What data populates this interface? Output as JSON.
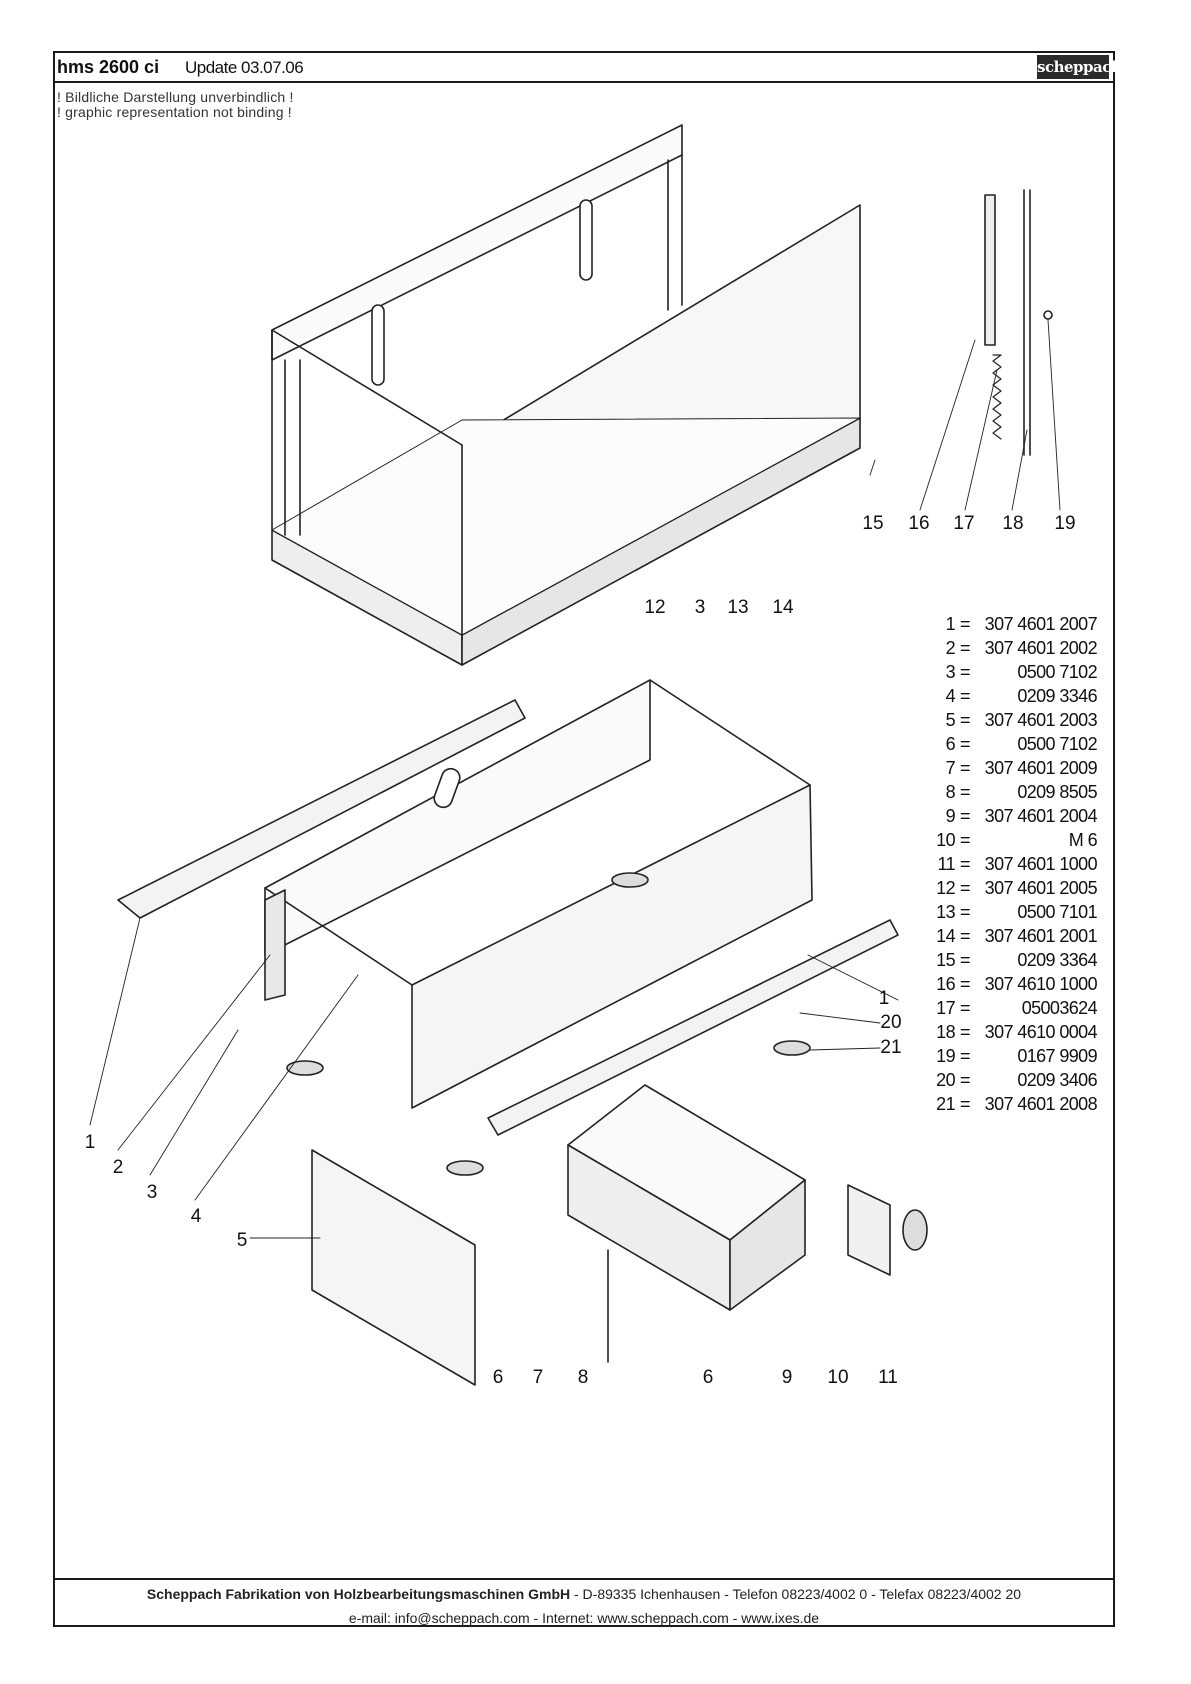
{
  "header": {
    "model": "hms 2600 ci",
    "update": "Update 03.07.06",
    "brand_logo": "scheppach"
  },
  "disclaimer": {
    "de": "! Bildliche Darstellung unverbindlich !",
    "en": "! graphic representation not binding !"
  },
  "parts": [
    {
      "num": "1",
      "code": "307 4601 2007"
    },
    {
      "num": "2",
      "code": "307 4601 2002"
    },
    {
      "num": "3",
      "code": "0500 7102"
    },
    {
      "num": "4",
      "code": "0209 3346"
    },
    {
      "num": "5",
      "code": "307 4601 2003"
    },
    {
      "num": "6",
      "code": "0500 7102"
    },
    {
      "num": "7",
      "code": "307 4601 2009"
    },
    {
      "num": "8",
      "code": "0209 8505"
    },
    {
      "num": "9",
      "code": "307 4601 2004"
    },
    {
      "num": "10",
      "code": "M 6"
    },
    {
      "num": "11",
      "code": "307 4601 1000"
    },
    {
      "num": "12",
      "code": "307 4601 2005"
    },
    {
      "num": "13",
      "code": "0500 7101"
    },
    {
      "num": "14",
      "code": "307 4601 2001"
    },
    {
      "num": "15",
      "code": "0209 3364"
    },
    {
      "num": "16",
      "code": "307 4610 1000"
    },
    {
      "num": "17",
      "code": "05003624"
    },
    {
      "num": "18",
      "code": "307 4610 0004"
    },
    {
      "num": "19",
      "code": "0167 9909"
    },
    {
      "num": "20",
      "code": "0209 3406"
    },
    {
      "num": "21",
      "code": "307 4601 2008"
    }
  ],
  "callouts": [
    "15",
    "16",
    "17",
    "18",
    "19",
    "12",
    "3",
    "13",
    "14",
    "1",
    "20",
    "21",
    "1",
    "2",
    "3",
    "4",
    "5",
    "6",
    "7",
    "8",
    "6",
    "9",
    "10",
    "11"
  ],
  "footer": {
    "company": "Scheppach Fabrikation von Holzbearbeitungsmaschinen GmbH",
    "address": " - D-89335 Ichenhausen - Telefon 08223/4002 0 - Telefax 08223/4002 20",
    "contact": "e-mail: info@scheppach.com - Internet: www.scheppach.com - www.ixes.de"
  }
}
